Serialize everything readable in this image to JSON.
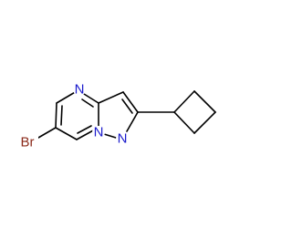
{
  "molecule": {
    "atoms": {
      "n4": {
        "symbol": "N",
        "color": "#1a1acc"
      },
      "n7a": {
        "symbol": "N",
        "color": "#1a1acc"
      },
      "n1": {
        "symbol": "N",
        "color": "#1a1acc"
      },
      "br": {
        "symbol": "Br",
        "color": "#8b2a1a"
      }
    },
    "bond_color": "#000000"
  }
}
